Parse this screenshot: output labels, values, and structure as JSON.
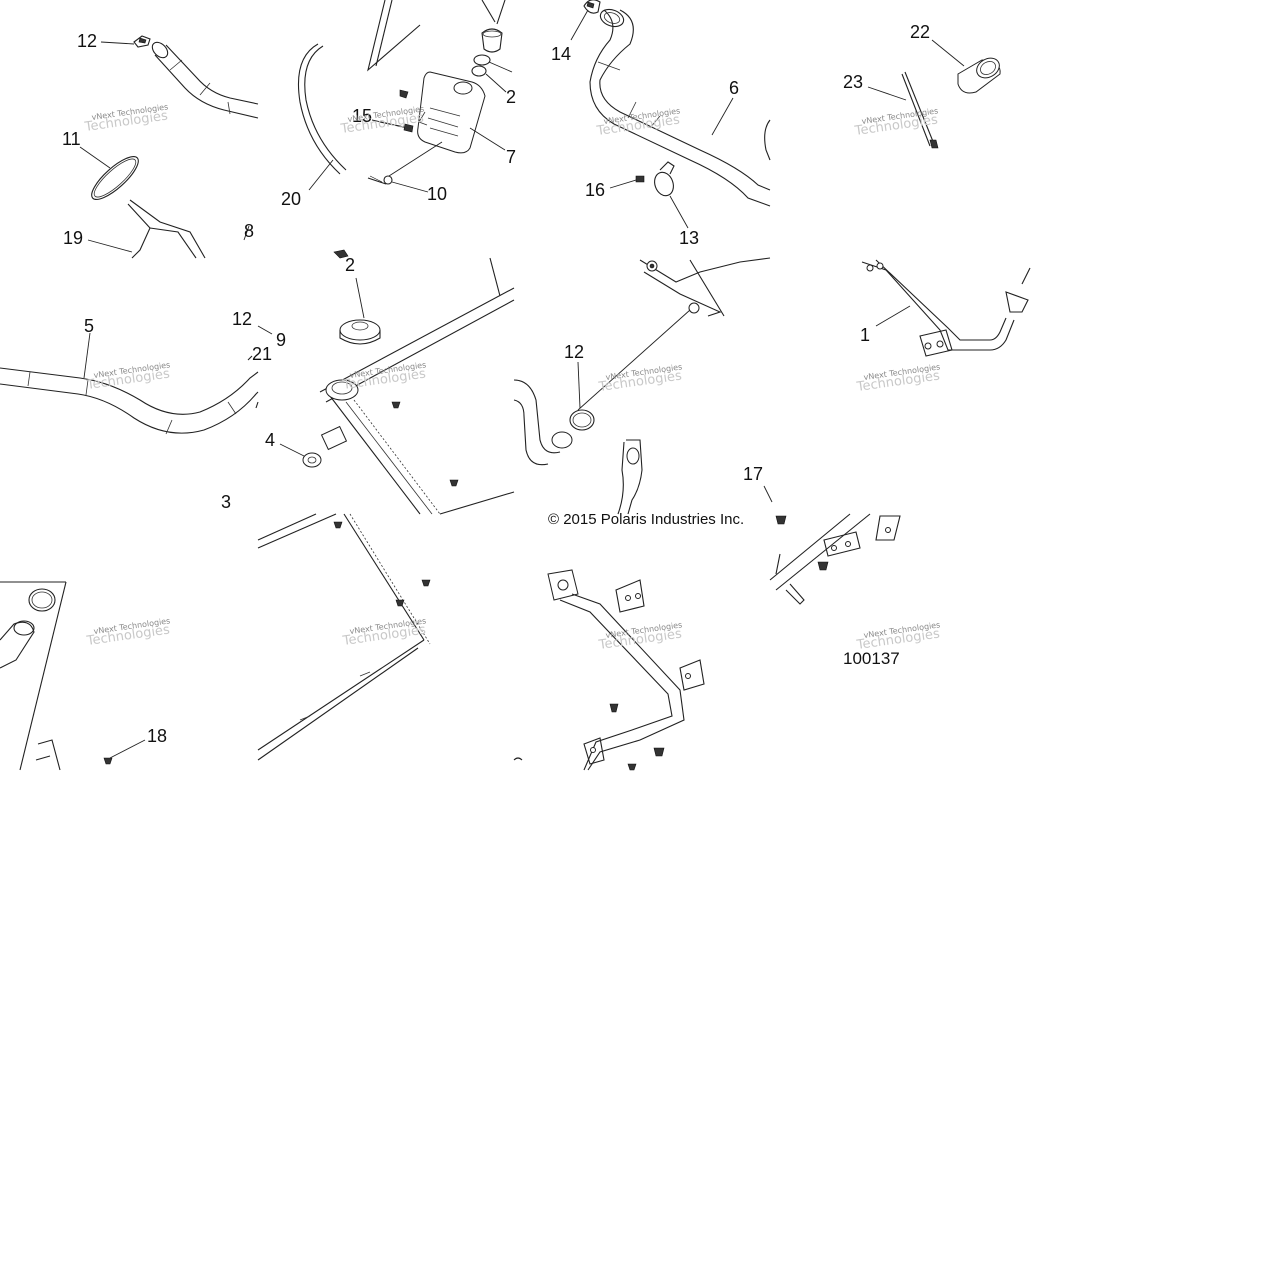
{
  "callouts": {
    "c12a": "12",
    "c11": "11",
    "c19": "19",
    "c20": "20",
    "c15": "15",
    "c10": "10",
    "c7": "7",
    "c2a": "2",
    "c14": "14",
    "c6": "6",
    "c16": "16",
    "c13": "13",
    "c22": "22",
    "c23": "23",
    "c8": "8",
    "c2b": "2",
    "c5": "5",
    "c12b": "12",
    "c9": "9",
    "c21": "21",
    "c4": "4",
    "c3": "3",
    "c12c": "12",
    "c1": "1",
    "c17": "17",
    "c18": "18"
  },
  "copyright": "© 2015 Polaris Industries Inc.",
  "figure_id": "100137",
  "watermark": {
    "line1": "vNext Technologies",
    "line2": "Technologies"
  }
}
